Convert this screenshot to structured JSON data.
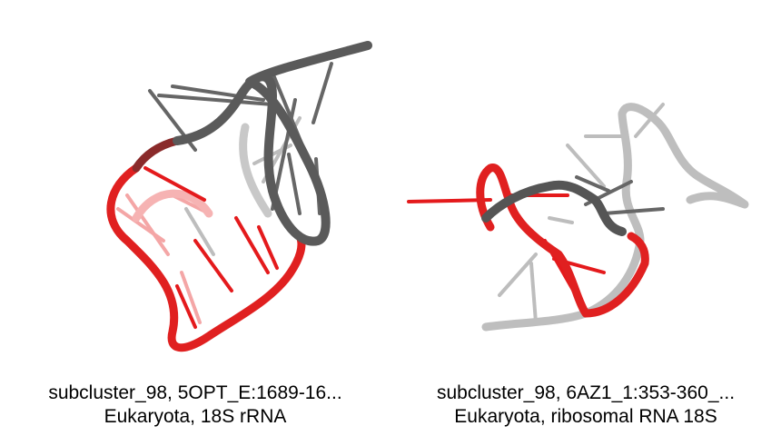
{
  "panels": [
    {
      "title": "subcluster_98, 5OPT_E:1689-16...",
      "subtitle": "Eukaryota, 18S rRNA"
    },
    {
      "title": "subcluster_98, 6AZ1_1:353-360_...",
      "subtitle": "Eukaryota, ribosomal RNA 18S"
    }
  ],
  "colors": {
    "highlight": "#e41a1c",
    "backbone_dark": "#555555",
    "backbone_light": "#bdbdbd"
  }
}
